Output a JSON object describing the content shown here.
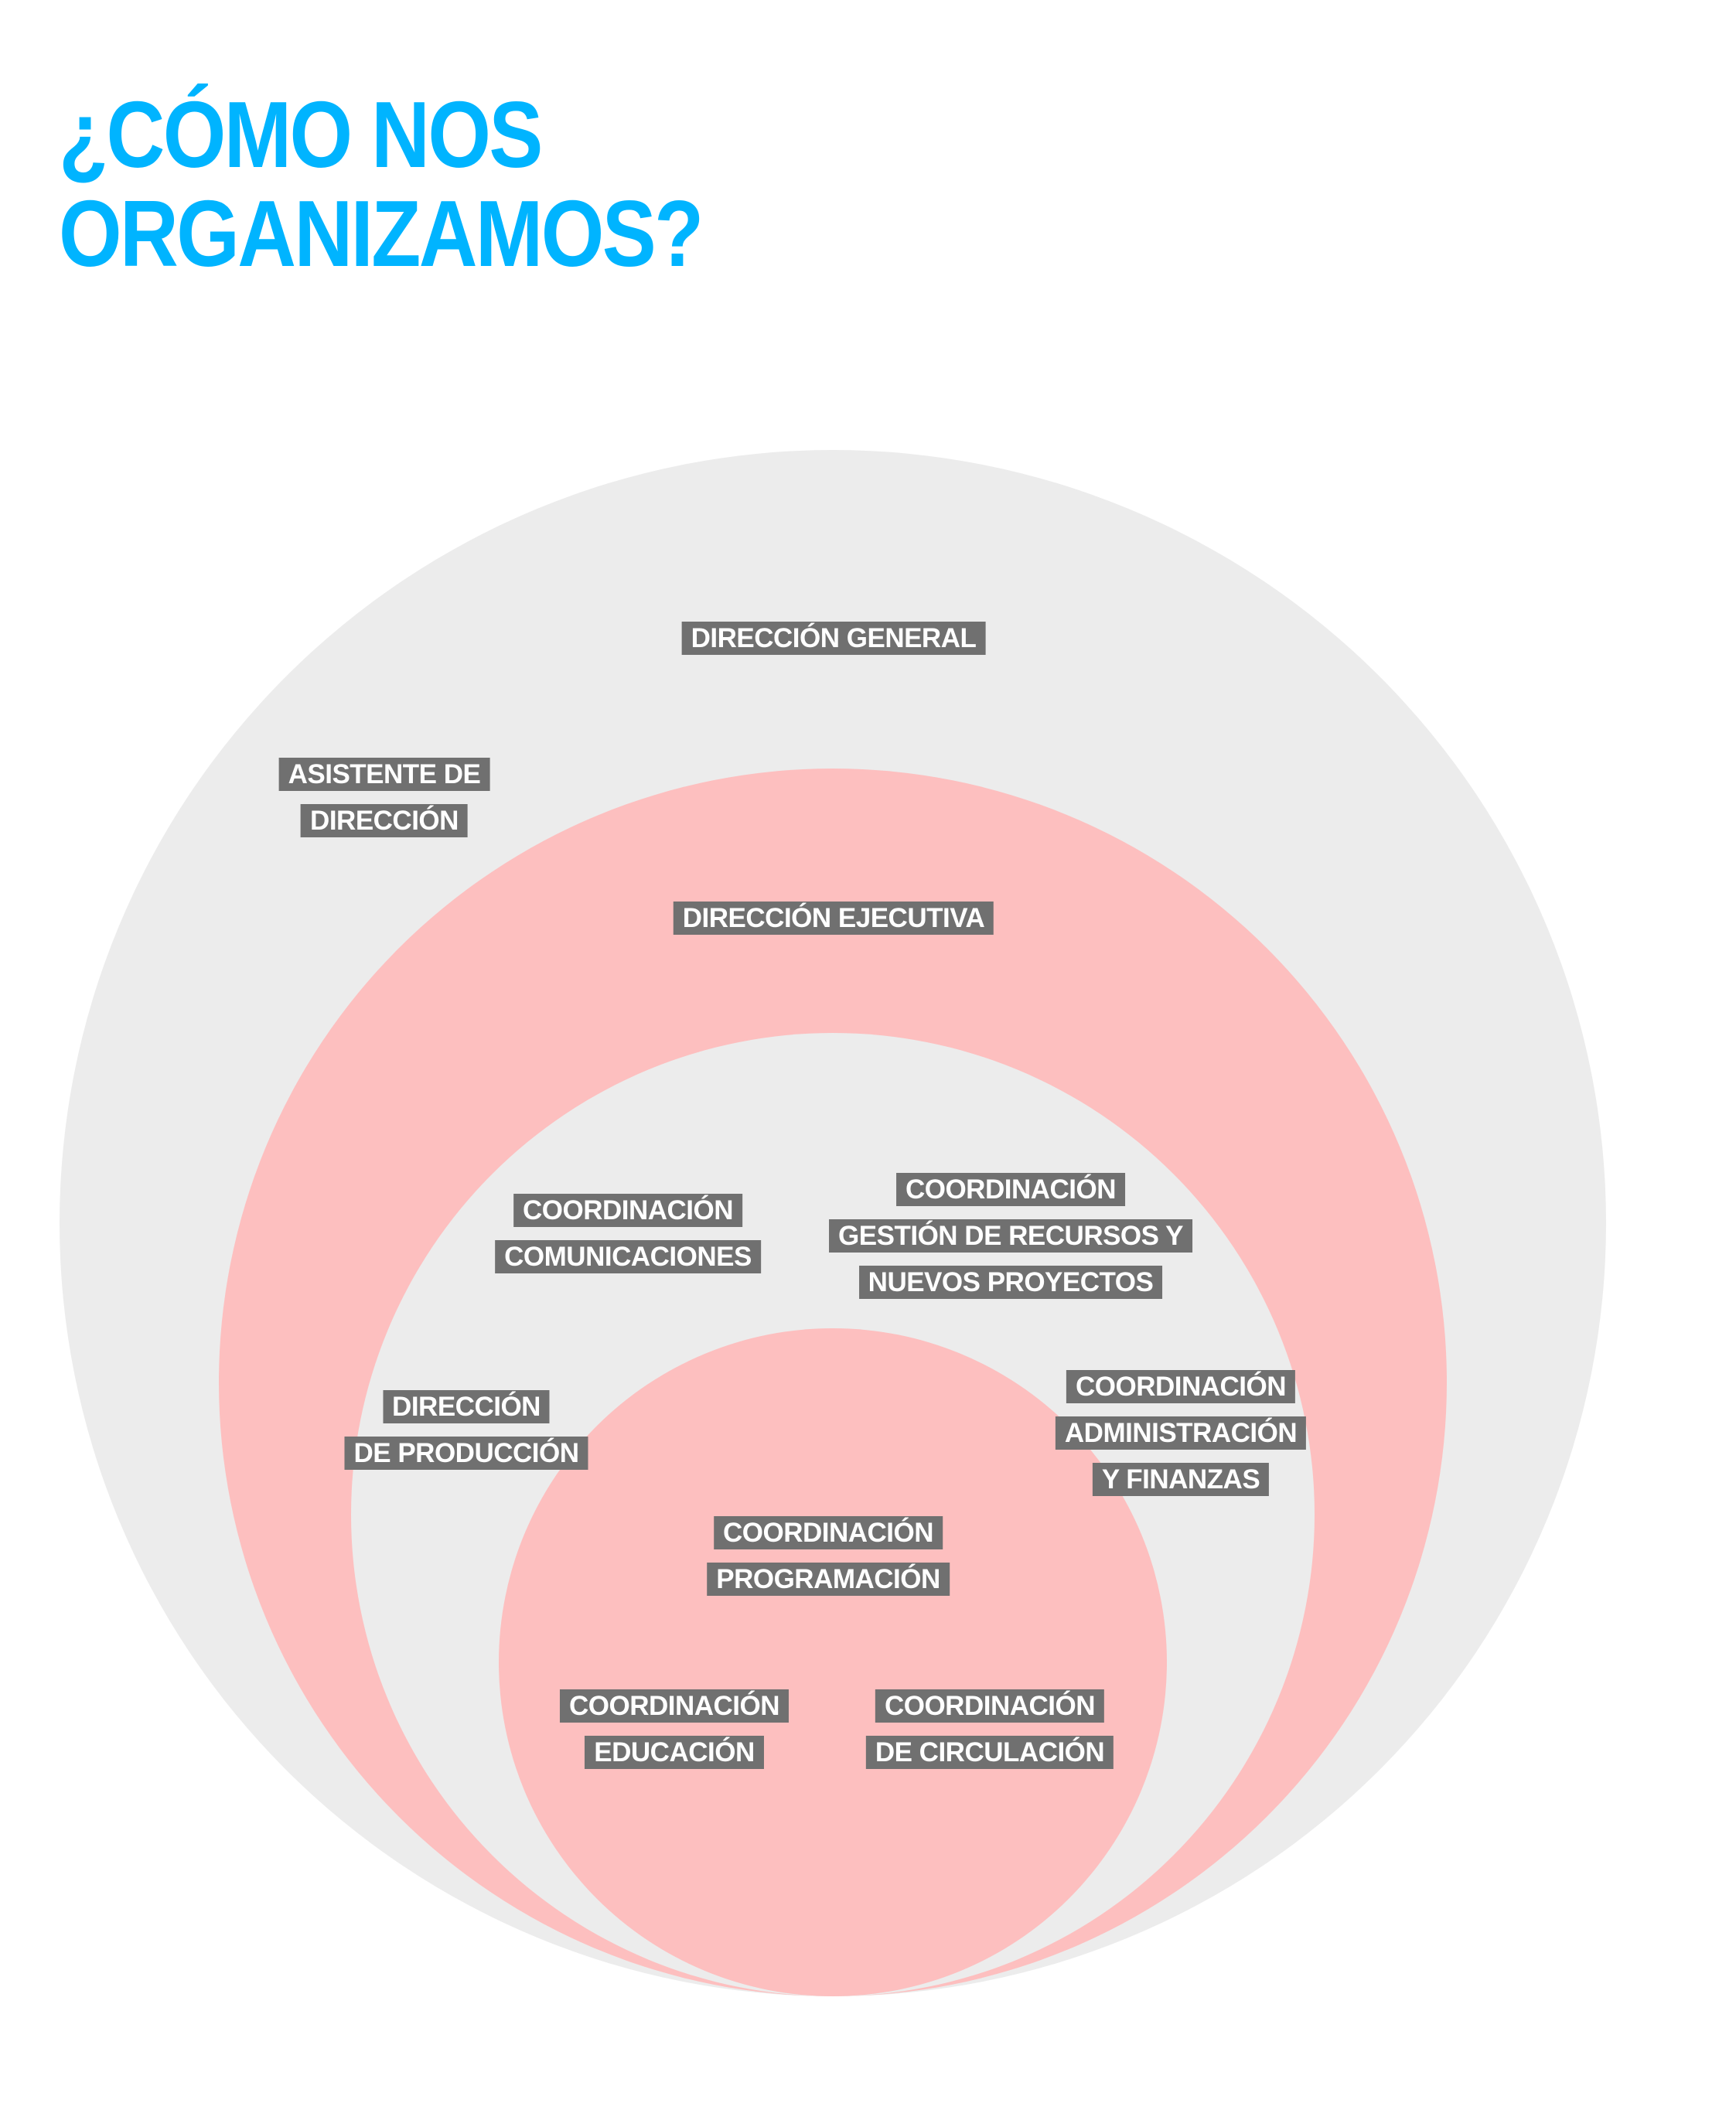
{
  "title": {
    "line1": "¿CÓMO NOS",
    "line2": "ORGANIZAMOS?"
  },
  "colors": {
    "title": "#00b4ff",
    "gray_ring": "#ececec",
    "pink_ring": "#fdbfbf",
    "label_bg": "#707070",
    "label_text": "#ffffff"
  },
  "labels": {
    "direccion_general": [
      "DIRECCIÓN GENERAL"
    ],
    "asistente": [
      "ASISTENTE DE",
      "DIRECCIÓN"
    ],
    "direccion_ejecutiva": [
      "DIRECCIÓN EJECUTIVA"
    ],
    "comunicaciones": [
      "COORDINACIÓN",
      "COMUNICACIONES"
    ],
    "gestion": [
      "COORDINACIÓN",
      "GESTIÓN DE RECURSOS Y",
      "NUEVOS PROYECTOS"
    ],
    "produccion": [
      "DIRECCIÓN",
      "DE PRODUCCIÓN"
    ],
    "administracion": [
      "COORDINACIÓN",
      "ADMINISTRACIÓN",
      "Y FINANZAS"
    ],
    "programacion": [
      "COORDINACIÓN",
      "PROGRAMACIÓN"
    ],
    "educacion": [
      "COORDINACIÓN",
      "EDUCACIÓN"
    ],
    "circulacion": [
      "COORDINACIÓN",
      "DE CIRCULACIÓN"
    ]
  }
}
